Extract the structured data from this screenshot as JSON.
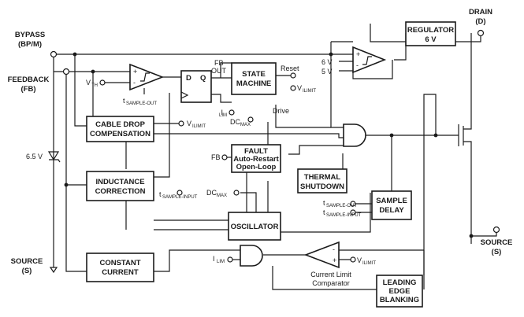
{
  "pins": {
    "drain_line1": "DRAIN",
    "drain_line2": "(D)",
    "bypass_line1": "BYPASS",
    "bypass_line2": "(BP/M)",
    "feedback_line1": "FEEDBACK",
    "feedback_line2": "(FB)",
    "source_left_line1": "SOURCE",
    "source_left_line2": "(S)",
    "source_right_line1": "SOURCE",
    "source_right_line2": "(S)"
  },
  "blocks": {
    "regulator_line1": "REGULATOR",
    "regulator_line2": "6 V",
    "state_machine_line1": "STATE",
    "state_machine_line2": "MACHINE",
    "cable_drop_line1": "CABLE DROP",
    "cable_drop_line2": "COMPENSATION",
    "fault_line1": "FAULT",
    "fault_line2": "Auto-Restart",
    "fault_line3": "Open-Loop",
    "inductance_line1": "INDUCTANCE",
    "inductance_line2": "CORRECTION",
    "thermal_line1": "THERMAL",
    "thermal_line2": "SHUTDOWN",
    "sample_delay_line1": "SAMPLE",
    "sample_delay_line2": "DELAY",
    "oscillator": "OSCILLATOR",
    "constant_current_line1": "CONSTANT",
    "constant_current_line2": "CURRENT",
    "leading_edge_line1": "LEADING",
    "leading_edge_line2": "EDGE",
    "leading_edge_line3": "BLANKING"
  },
  "labels": {
    "zener_voltage": "6.5 V",
    "vth_main": "V",
    "vth_sub": "TH",
    "flipflop_d": "D",
    "flipflop_q": "Q",
    "fb_out_line1": "FB",
    "fb_out_line2": "OUT",
    "reset": "Reset",
    "ilim_main": "I",
    "ilim_sub": "LIM",
    "vilimit_main": "V",
    "vilimit_sub": "ILIMIT",
    "dcmax_main": "DC",
    "dcmax_sub": "MAX",
    "drive": "Drive",
    "tsample_out_main": "t",
    "tsample_out_sub": "SAMPLE-OUT",
    "tsample_input_main": "t",
    "tsample_input_sub": "SAMPLE-INPUT",
    "six_v": "6 V",
    "five_v": "5 V",
    "fb_input": "FB",
    "plus": "+",
    "minus": "-",
    "comparator_line1": "Current Limit",
    "comparator_line2": "Comparator"
  }
}
